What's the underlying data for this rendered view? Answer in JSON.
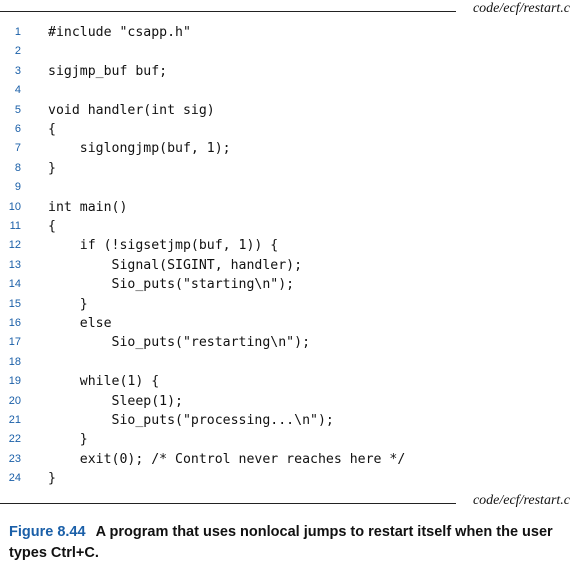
{
  "listing": {
    "filename": "code/ecf/restart.c",
    "lines": [
      {
        "number": "1",
        "code": "#include \"csapp.h\""
      },
      {
        "number": "2",
        "code": ""
      },
      {
        "number": "3",
        "code": "sigjmp_buf buf;"
      },
      {
        "number": "4",
        "code": ""
      },
      {
        "number": "5",
        "code": "void handler(int sig)"
      },
      {
        "number": "6",
        "code": "{"
      },
      {
        "number": "7",
        "code": "    siglongjmp(buf, 1);"
      },
      {
        "number": "8",
        "code": "}"
      },
      {
        "number": "9",
        "code": ""
      },
      {
        "number": "10",
        "code": "int main()"
      },
      {
        "number": "11",
        "code": "{"
      },
      {
        "number": "12",
        "code": "    if (!sigsetjmp(buf, 1)) {"
      },
      {
        "number": "13",
        "code": "        Signal(SIGINT, handler);"
      },
      {
        "number": "14",
        "code": "        Sio_puts(\"starting\\n\");"
      },
      {
        "number": "15",
        "code": "    }"
      },
      {
        "number": "16",
        "code": "    else"
      },
      {
        "number": "17",
        "code": "        Sio_puts(\"restarting\\n\");"
      },
      {
        "number": "18",
        "code": ""
      },
      {
        "number": "19",
        "code": "    while(1) {"
      },
      {
        "number": "20",
        "code": "        Sleep(1);"
      },
      {
        "number": "21",
        "code": "        Sio_puts(\"processing...\\n\");"
      },
      {
        "number": "22",
        "code": "    }"
      },
      {
        "number": "23",
        "code": "    exit(0); /* Control never reaches here */"
      },
      {
        "number": "24",
        "code": "}"
      }
    ]
  },
  "caption": {
    "figure_number": "Figure 8.44",
    "text": "A program that uses nonlocal jumps to restart itself when the user types Ctrl+C."
  },
  "colors": {
    "accent": "#1a5fa8",
    "text": "#111111"
  }
}
